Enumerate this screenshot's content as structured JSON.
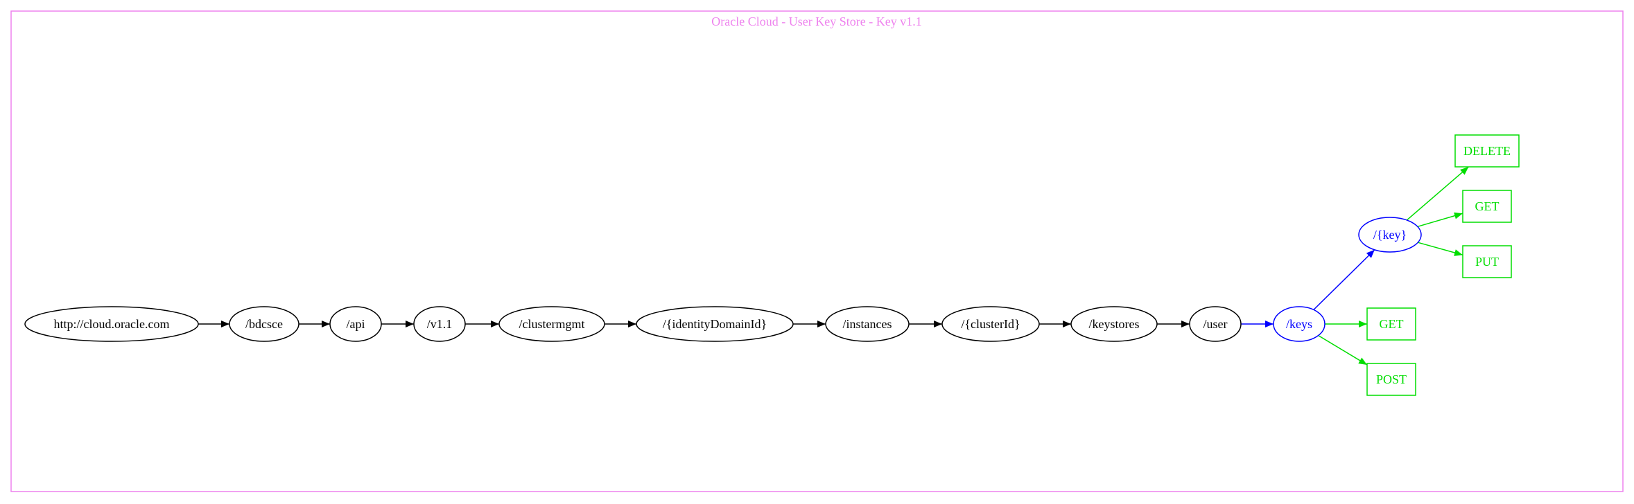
{
  "diagram": {
    "title": "Oracle Cloud - User Key Store - Key v1.1",
    "colors": {
      "frame": "#ee82ee",
      "path_node": "#000000",
      "resource_node": "#0000ff",
      "method_node": "#00dd00"
    },
    "nodes": [
      {
        "id": "root",
        "label": "http://cloud.oracle.com",
        "kind": "path"
      },
      {
        "id": "bdcsce",
        "label": "/bdcsce",
        "kind": "path"
      },
      {
        "id": "api",
        "label": "/api",
        "kind": "path"
      },
      {
        "id": "v11",
        "label": "/v1.1",
        "kind": "path"
      },
      {
        "id": "clustermgmt",
        "label": "/clustermgmt",
        "kind": "path"
      },
      {
        "id": "identity",
        "label": "/{identityDomainId}",
        "kind": "path"
      },
      {
        "id": "instances",
        "label": "/instances",
        "kind": "path"
      },
      {
        "id": "clusterid",
        "label": "/{clusterId}",
        "kind": "path"
      },
      {
        "id": "keystores",
        "label": "/keystores",
        "kind": "path"
      },
      {
        "id": "user",
        "label": "/user",
        "kind": "path"
      },
      {
        "id": "keys",
        "label": "/keys",
        "kind": "resource"
      },
      {
        "id": "key",
        "label": "/{key}",
        "kind": "resource"
      },
      {
        "id": "keys_get",
        "label": "GET",
        "kind": "method"
      },
      {
        "id": "keys_post",
        "label": "POST",
        "kind": "method"
      },
      {
        "id": "key_delete",
        "label": "DELETE",
        "kind": "method"
      },
      {
        "id": "key_get",
        "label": "GET",
        "kind": "method"
      },
      {
        "id": "key_put",
        "label": "PUT",
        "kind": "method"
      }
    ],
    "edges": [
      {
        "from": "root",
        "to": "bdcsce"
      },
      {
        "from": "bdcsce",
        "to": "api"
      },
      {
        "from": "api",
        "to": "v11"
      },
      {
        "from": "v11",
        "to": "clustermgmt"
      },
      {
        "from": "clustermgmt",
        "to": "identity"
      },
      {
        "from": "identity",
        "to": "instances"
      },
      {
        "from": "instances",
        "to": "clusterid"
      },
      {
        "from": "clusterid",
        "to": "keystores"
      },
      {
        "from": "keystores",
        "to": "user"
      },
      {
        "from": "user",
        "to": "keys"
      },
      {
        "from": "keys",
        "to": "key"
      },
      {
        "from": "keys",
        "to": "keys_get"
      },
      {
        "from": "keys",
        "to": "keys_post"
      },
      {
        "from": "key",
        "to": "key_delete"
      },
      {
        "from": "key",
        "to": "key_get"
      },
      {
        "from": "key",
        "to": "key_put"
      }
    ]
  }
}
